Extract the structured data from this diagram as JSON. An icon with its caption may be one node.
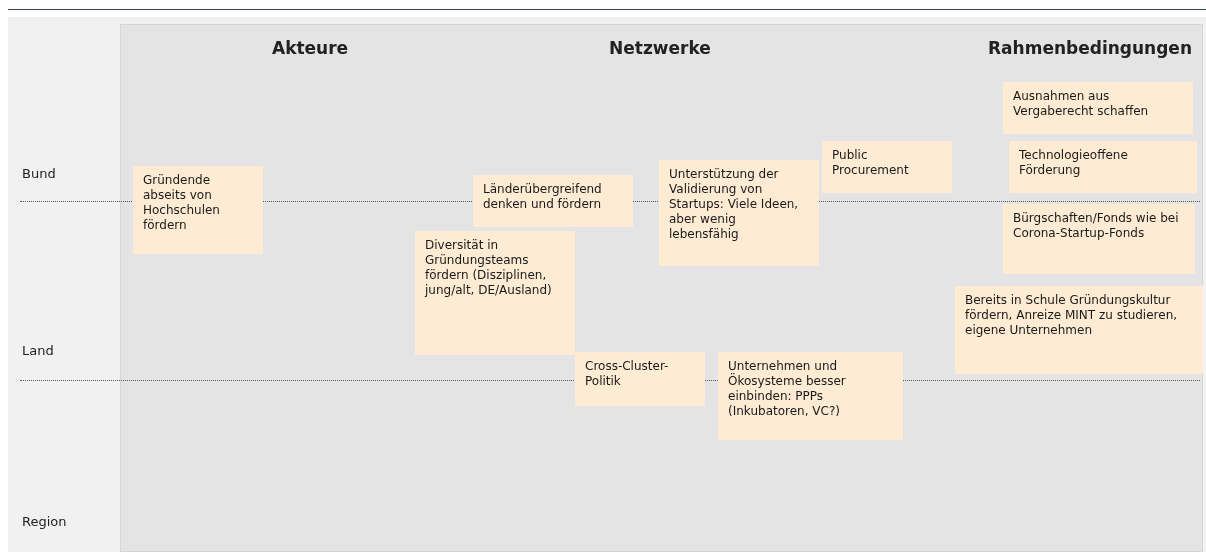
{
  "diagram": {
    "nodes": [
      {
        "text": [
          "Gründende abseits von Hochschulen fördern"
        ]
      },
      {
        "text": [
          "Länderübergreifend denken und fördern"
        ]
      },
      {
        "text": [
          "Diversität in Gründungsteams fördern (Disziplinen, jung/alt, DE/Ausland)"
        ]
      },
      {
        "text": [
          "Unterstützung der Validierung von Startups: Viele Ideen, aber wenig lebensfähig"
        ]
      },
      {
        "text": [
          "Public Procurement"
        ]
      },
      {
        "text": [
          "Ausnahmen aus Vergaberecht schaffen"
        ]
      },
      {
        "text": [
          "Technologieoffene Förderung"
        ]
      },
      {
        "text": [
          "Bürgschaften/Fonds wie bei Corona-Startup-Fonds"
        ]
      },
      {
        "text": [
          "Bereits in Schule Gründungskultur fördern, Anreize MINT zu studieren, eigene Unternehmen"
        ]
      },
      {
        "text": [
          "Cross-Cluster-Politik"
        ]
      },
      {
        "text": [
          "Unternehmen und Ökosysteme besser einbinden: PPPs (Inkubatoren, VC?)"
        ]
      }
    ],
    "edges": [],
    "labels": [
      "Akteure",
      "Netzwerke",
      "Rahmenbedingungen",
      "Bund",
      "Land",
      "Region"
    ]
  }
}
